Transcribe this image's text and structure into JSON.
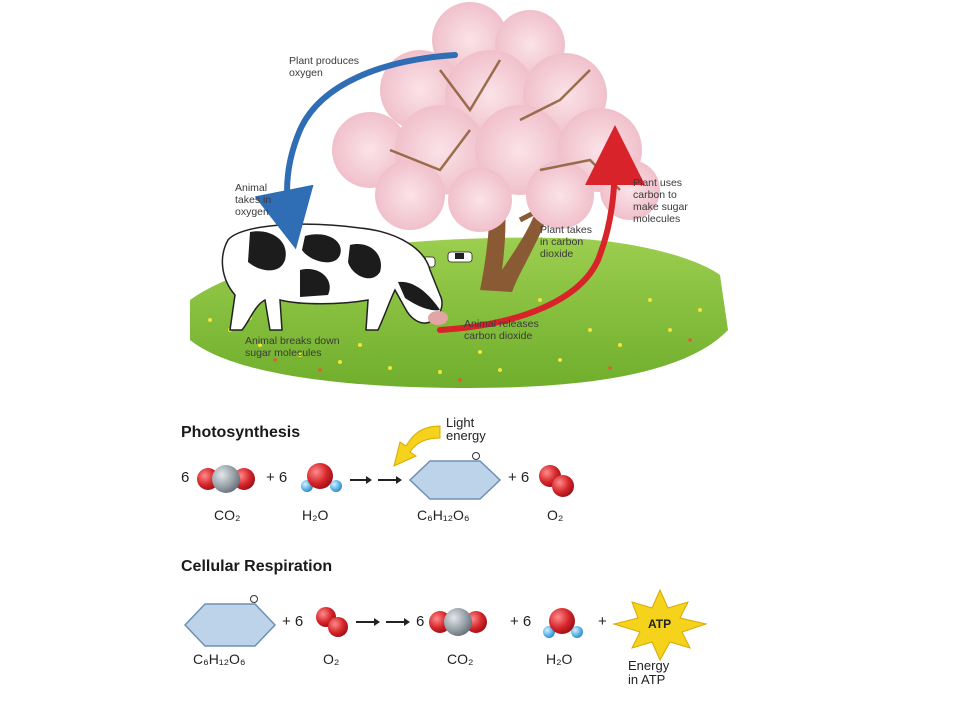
{
  "cycle": {
    "labels": {
      "plant_produces_oxygen": "Plant produces\noxygen",
      "animal_takes_oxygen": "Animal\ntakes in\noxygen",
      "plant_uses_carbon": "Plant uses\ncarbon to\nmake sugar\nmolecules",
      "plant_takes_co2": "Plant takes\nin carbon\ndioxide",
      "animal_releases_co2": "Animal releases\ncarbon dioxide",
      "animal_breaks_sugar": "Animal breaks down\nsugar molecules"
    },
    "colors": {
      "oxygen_arrow": "#2f6db5",
      "co2_arrow": "#d8232a"
    }
  },
  "photosynthesis": {
    "title": "Photosynthesis",
    "light_label": "Light\nenergy",
    "coef_co2": "6",
    "plus1": "+ 6",
    "plus2": "+ 6",
    "formula_co2": "CO₂",
    "formula_h2o": "H₂O",
    "formula_glucose": "C₆H₁₂O₆",
    "formula_o2": "O₂"
  },
  "respiration": {
    "title": "Cellular Respiration",
    "plus1": "+ 6",
    "coef_co2": "6",
    "plus2": "+ 6",
    "plus3": "+",
    "atp": "ATP",
    "energy_label": "Energy\nin ATP",
    "formula_glucose": "C₆H₁₂O₆",
    "formula_o2": "O₂",
    "formula_co2": "CO₂",
    "formula_h2o": "H₂O"
  },
  "molecule_colors": {
    "oxygen": "#d6262b",
    "carbon": "#9aa3aa",
    "hydrogen": "#5fb6e6",
    "glucose_fill": "#bcd3ea",
    "glucose_stroke": "#6f8fb3",
    "sunburst": "#f5d21c"
  }
}
